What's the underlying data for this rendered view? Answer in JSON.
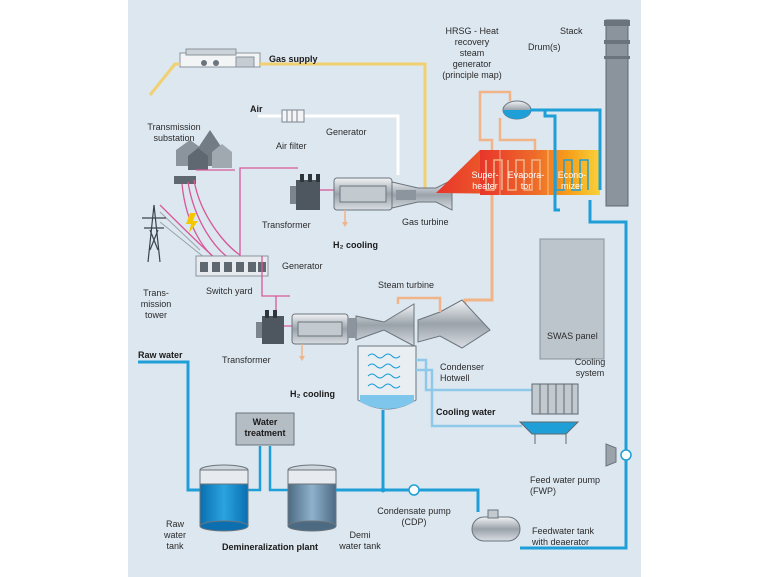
{
  "labels": {
    "gas_supply": "Gas supply",
    "air": "Air",
    "air_filter": "Air filter",
    "generator_top": "Generator",
    "transformer_top": "Transformer",
    "h2_cooling_top": "H₂ cooling",
    "gas_turbine": "Gas turbine",
    "transmission_substation_1": "Transmission",
    "transmission_substation_2": "substation",
    "transmission_tower_1": "Trans-",
    "transmission_tower_2": "mission",
    "transmission_tower_3": "tower",
    "switch_yard": "Switch yard",
    "generator_bottom": "Generator",
    "transformer_bottom": "Transformer",
    "h2_cooling_bottom": "H₂ cooling",
    "steam_turbine": "Steam turbine",
    "condenser_hotwell_1": "Condenser",
    "condenser_hotwell_2": "Hotwell",
    "cooling_water": "Cooling water",
    "cooling_system_1": "Cooling",
    "cooling_system_2": "system",
    "hrsg_1": "HRSG - Heat",
    "hrsg_2": "recovery",
    "hrsg_3": "steam",
    "hrsg_4": "generator",
    "hrsg_5": "(principle map)",
    "drums": "Drum(s)",
    "stack": "Stack",
    "superheater_1": "Super-",
    "superheater_2": "heater",
    "evaporator_1": "Evapora-",
    "evaporator_2": "tor",
    "economizer_1": "Econo-",
    "economizer_2": "mizer",
    "swas_panel": "SWAS panel",
    "raw_water": "Raw water",
    "water_treatment_1": "Water",
    "water_treatment_2": "treatment",
    "raw_water_tank_1": "Raw",
    "raw_water_tank_2": "water",
    "raw_water_tank_3": "tank",
    "demineralization_plant": "Demineralization plant",
    "demi_water_tank_1": "Demi",
    "demi_water_tank_2": "water tank",
    "condensate_pump_1": "Condensate pump",
    "condensate_pump_2": "(CDP)",
    "feed_water_pump_1": "Feed water pump",
    "feed_water_pump_2": "(FWP)",
    "feedwater_tank_1": "Feedwater tank",
    "feedwater_tank_2": "with deaerator"
  },
  "colors": {
    "background": "#dde7f0",
    "water_line": "#1e9fd8",
    "steam_line": "#f0b488",
    "gas_line": "#f0d070",
    "power_line": "#d8589a",
    "hrsg_hot": "#e8352b",
    "hrsg_warm": "#f6a21b",
    "hrsg_cool": "#f8d23a"
  }
}
